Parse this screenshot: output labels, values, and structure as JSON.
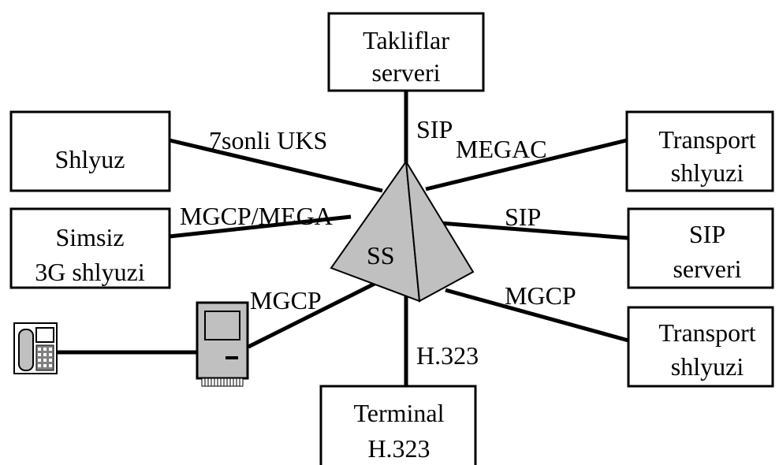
{
  "nodes": {
    "offers_server": {
      "line1": "Takliflar",
      "line2": "serveri"
    },
    "gateway": {
      "line1": "Shlyuz"
    },
    "transport_gateway_top": {
      "line1": "Transport",
      "line2": "shlyuzi"
    },
    "wireless_gateway": {
      "line1": "Simsiz",
      "line2": "3G shlyuzi"
    },
    "sip_server": {
      "line1": "SIP",
      "line2": "serveri"
    },
    "transport_gateway_bottom": {
      "line1": "Transport",
      "line2": "shlyuzi"
    },
    "terminal": {
      "line1": "Terminal",
      "line2": "H.323"
    },
    "softswitch": {
      "label": "SS"
    }
  },
  "links": {
    "offers_server": "SIP",
    "gateway": "7sonli UKS",
    "transport_gateway_top": "MEGAC",
    "wireless_gateway": "MGCP/MEGA",
    "sip_server": "SIP",
    "access_device": "MGCP",
    "transport_gateway_bottom": "MGCP",
    "terminal": "H.323"
  },
  "colors": {
    "pyramid_face": "#c0c0c0",
    "device_body": "#c0c0c0",
    "line": "#000000"
  },
  "icons": {
    "phone": "telephone-icon",
    "device": "computer-icon"
  }
}
